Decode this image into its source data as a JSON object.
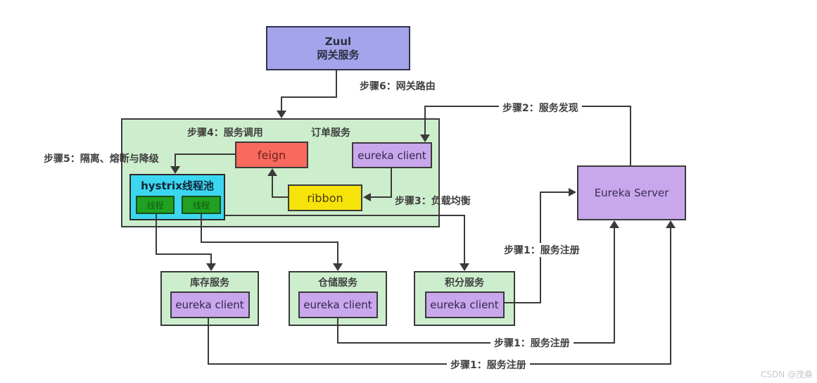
{
  "diagram": {
    "zuul": {
      "line1": "Zuul",
      "line2": "网关服务"
    },
    "order": {
      "step_label": "步骤4：服务调用",
      "title": "订单服务"
    },
    "feign_label": "feign",
    "eureka_client_label": "eureka client",
    "ribbon_label": "ribbon",
    "hystrix": {
      "title": "hystrix线程池",
      "threads": [
        "线程",
        "线程"
      ]
    },
    "eureka_server_label": "Eureka Server",
    "services": [
      {
        "title": "库存服务",
        "client": "eureka client"
      },
      {
        "title": "仓储服务",
        "client": "eureka client"
      },
      {
        "title": "积分服务",
        "client": "eureka client"
      }
    ],
    "steps": {
      "step1_register_right": "步骤1：服务注册",
      "step1_register_mid": "步骤1：服务注册",
      "step1_register_bottom": "步骤1：服务注册",
      "step2_discovery": "步骤2：服务发现",
      "step3_load_balance": "步骤3：负载均衡",
      "step5_isolation": "步骤5：隔离、熔断与降级",
      "step6_gateway_route": "步骤6：网关路由"
    },
    "watermark": "CSDN @茂桑"
  },
  "colors": {
    "zuul_fill": "#a4a4ea",
    "green_container_fill": "#cdeecd",
    "feign_fill": "#f9695e",
    "lavender_fill": "#c9a7ec",
    "ribbon_fill": "#f6e30a",
    "hystrix_fill": "#3bd7f0",
    "thread_fill": "#21a121",
    "line_color": "#3a3a3a"
  }
}
